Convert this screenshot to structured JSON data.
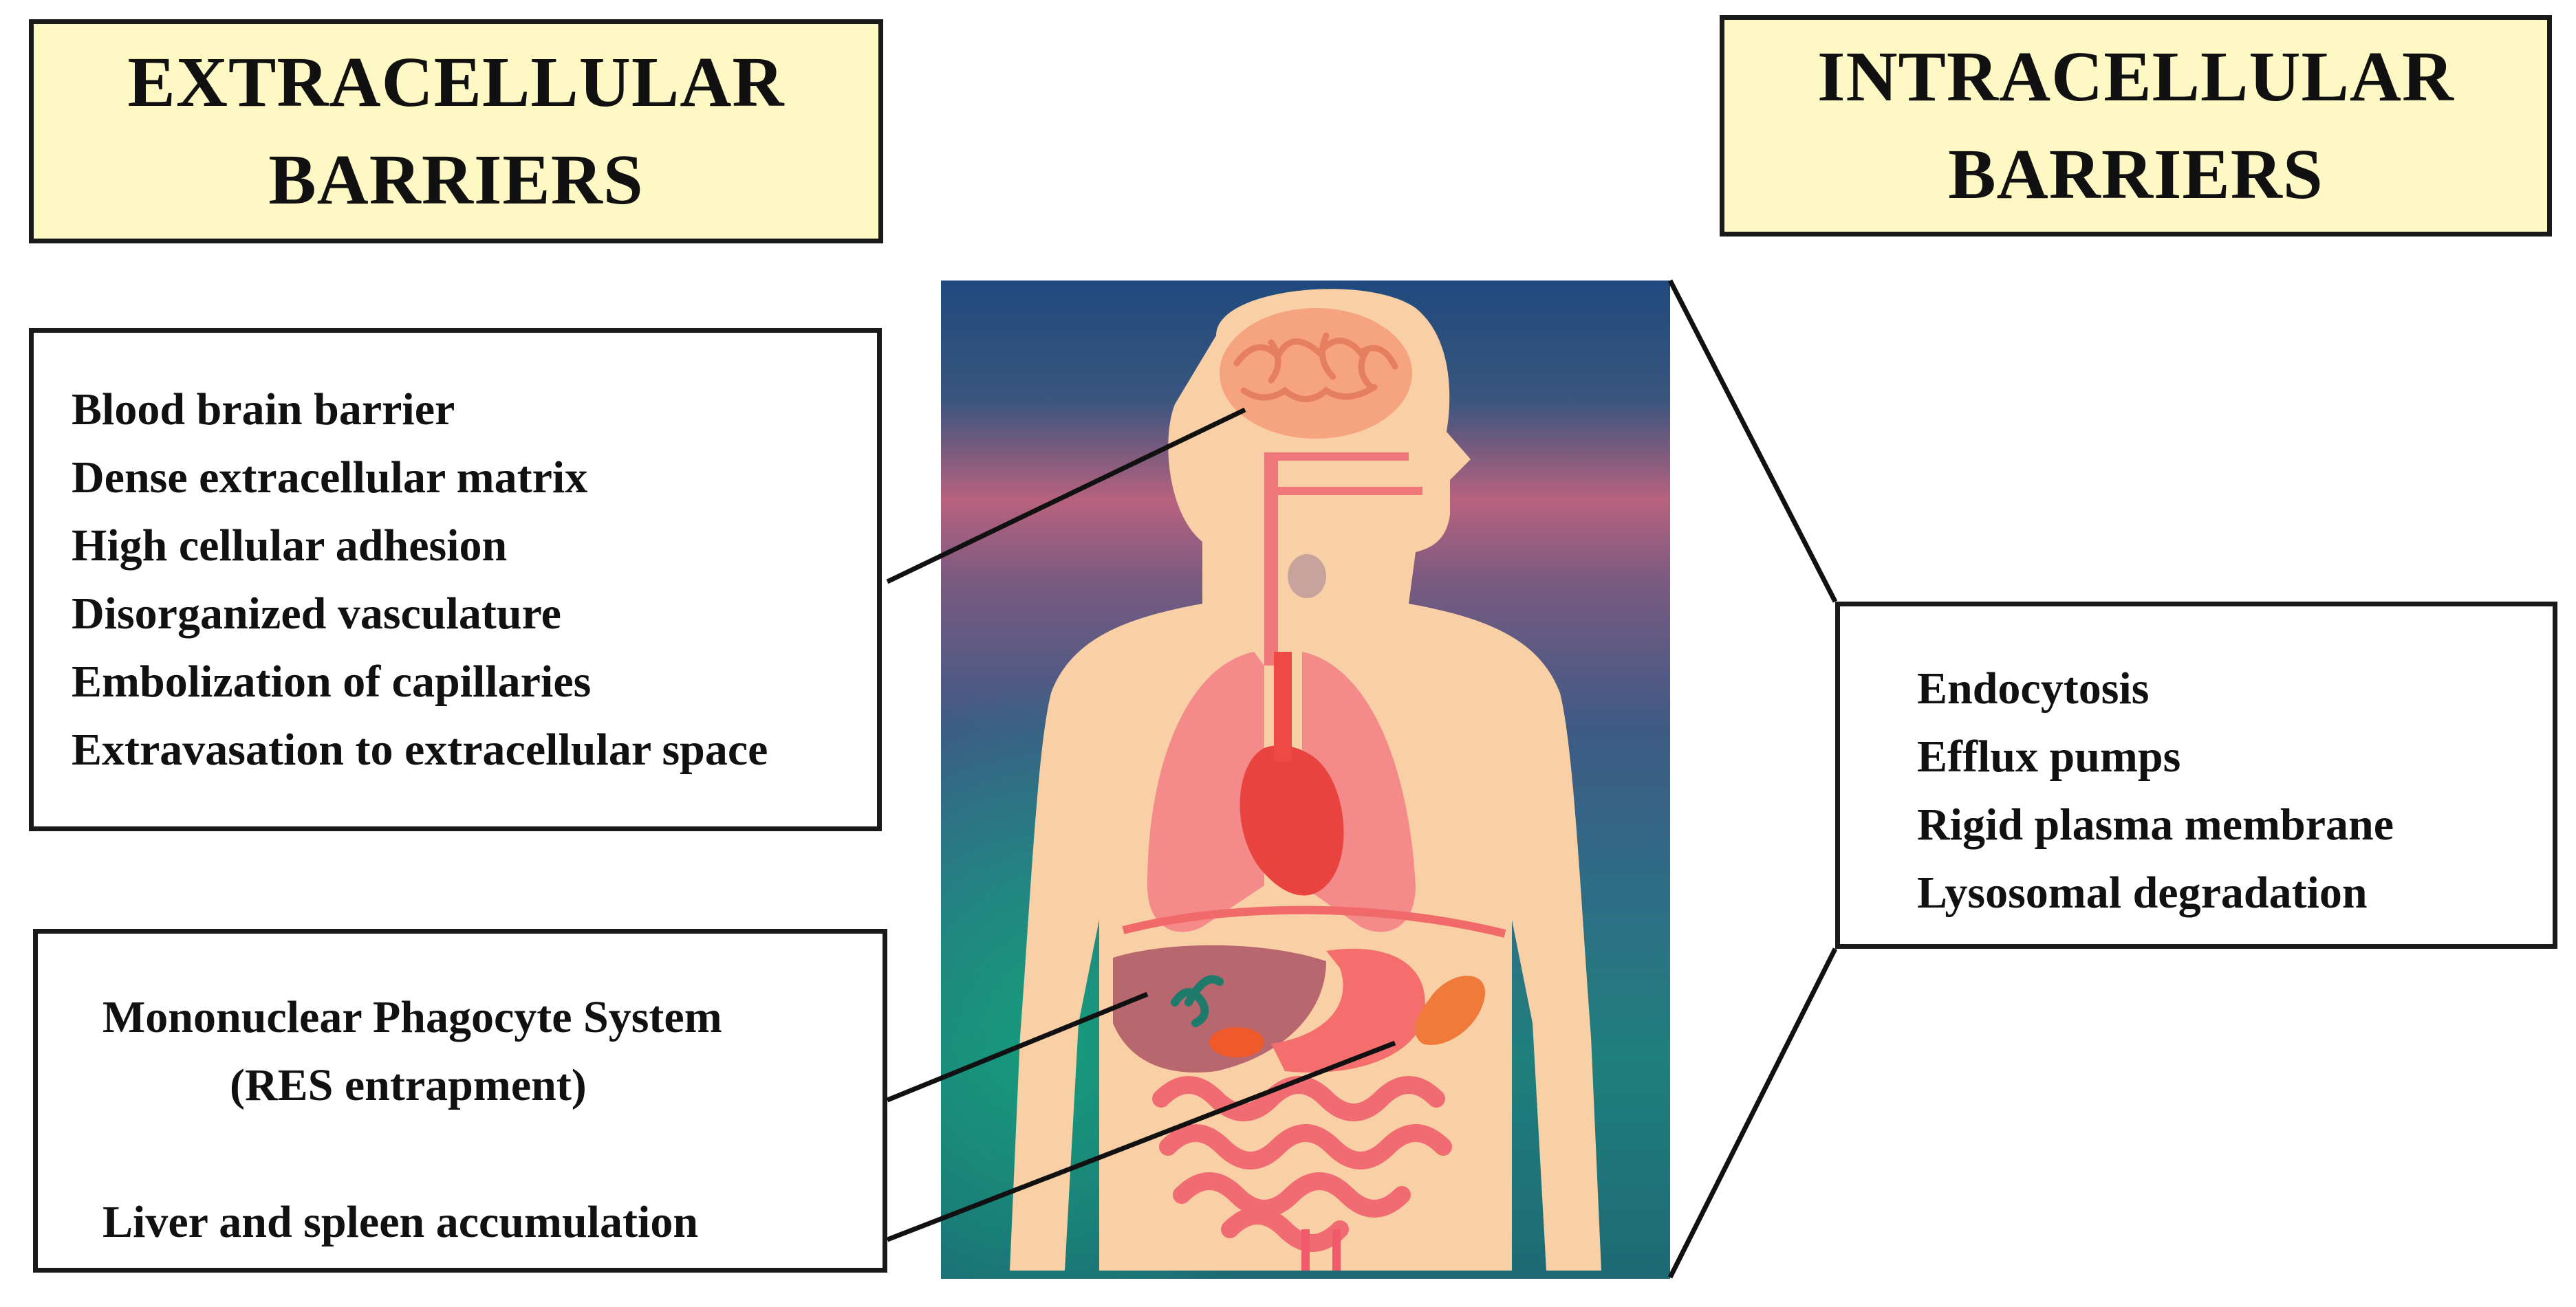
{
  "extracellular": {
    "title_line1": "EXTRACELLULAR",
    "title_line2": "BARRIERS",
    "items": [
      "Blood brain barrier",
      "Dense extracellular matrix",
      "High cellular adhesion",
      "Disorganized vasculature",
      "Embolization of capillaries",
      "Extravasation to extracellular space"
    ],
    "mps_line1": "Mononuclear Phagocyte System",
    "mps_line2": "(RES entrapment)",
    "liver_spleen": "Liver and spleen accumulation"
  },
  "intracellular": {
    "title_line1": "INTRACELLULAR",
    "title_line2": "BARRIERS",
    "items": [
      "Endocytosis",
      "Efflux pumps",
      "Rigid plasma membrane",
      "Lysosomal degradation"
    ]
  },
  "colors": {
    "title_fill": "#fdf8c4",
    "border": "#1a1a1a",
    "skin": "#f9cfa6",
    "organ_red": "#f06a6a",
    "liver": "#b9676e",
    "spleen": "#f07a3a"
  }
}
